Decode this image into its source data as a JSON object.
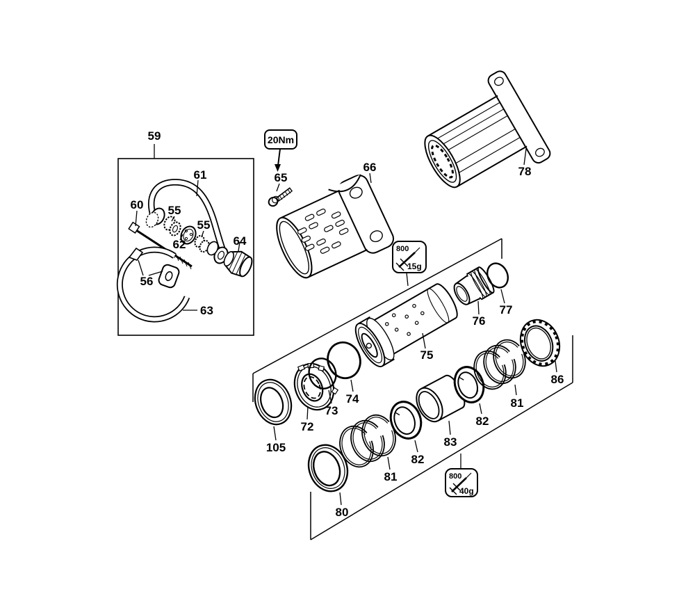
{
  "diagram": {
    "type": "exploded-parts-diagram",
    "subject": "power tool hammer mechanism exploded view",
    "background_color": "#ffffff",
    "line_color": "#000000"
  },
  "badges": {
    "torque": "20Nm",
    "grease_top": {
      "code": "800",
      "amount": "15g",
      "icon": "grease-applicator-icon"
    },
    "grease_bottom": {
      "code": "800",
      "amount": "40g",
      "icon": "grease-applicator-icon"
    }
  },
  "callouts": {
    "c59": "59",
    "c61": "61",
    "c60": "60",
    "c55a": "55",
    "c55b": "55",
    "c62": "62",
    "c64": "64",
    "c56": "56",
    "c63": "63",
    "c65": "65",
    "c66": "66",
    "c78": "78",
    "c75": "75",
    "c76": "76",
    "c77": "77",
    "c105": "105",
    "c72": "72",
    "c73": "73",
    "c74": "74",
    "c80": "80",
    "c81a": "81",
    "c82a": "82",
    "c83": "83",
    "c82b": "82",
    "c81b": "81",
    "c86": "86"
  }
}
